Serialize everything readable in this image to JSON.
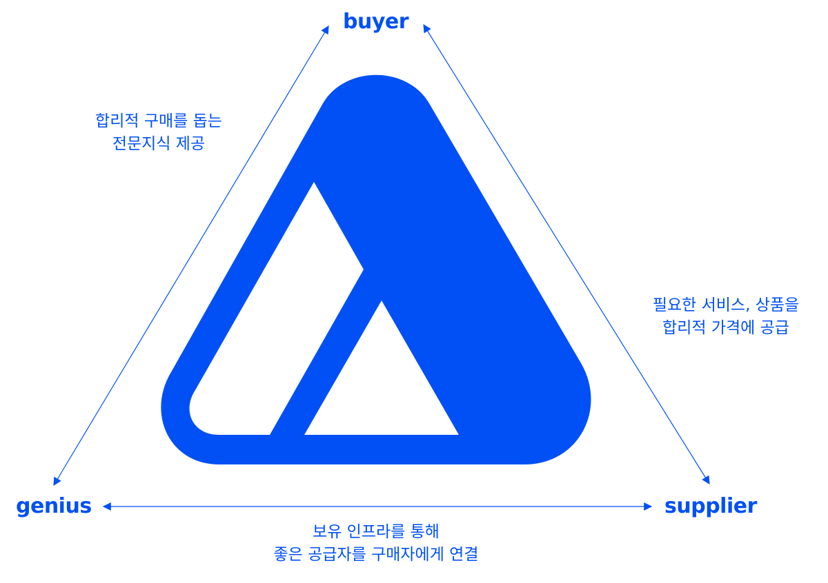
{
  "nodes": {
    "buyer": "buyer",
    "genius": "genius",
    "supplier": "supplier"
  },
  "edges": {
    "buyer_genius": {
      "line1": "합리적 구매를 돕는",
      "line2": "전문지식 제공"
    },
    "buyer_supplier": {
      "line1": "필요한 서비스, 상품을",
      "line2": "합리적 가격에 공급"
    },
    "genius_supplier": {
      "line1": "보유 인프라를 통해",
      "line2": "좋은 공급자를 구매자에게 연결"
    }
  },
  "colors": {
    "brand_blue": "#0050f5",
    "background": "#ffffff"
  },
  "logo": {
    "icon": "triangle-logo-icon"
  }
}
